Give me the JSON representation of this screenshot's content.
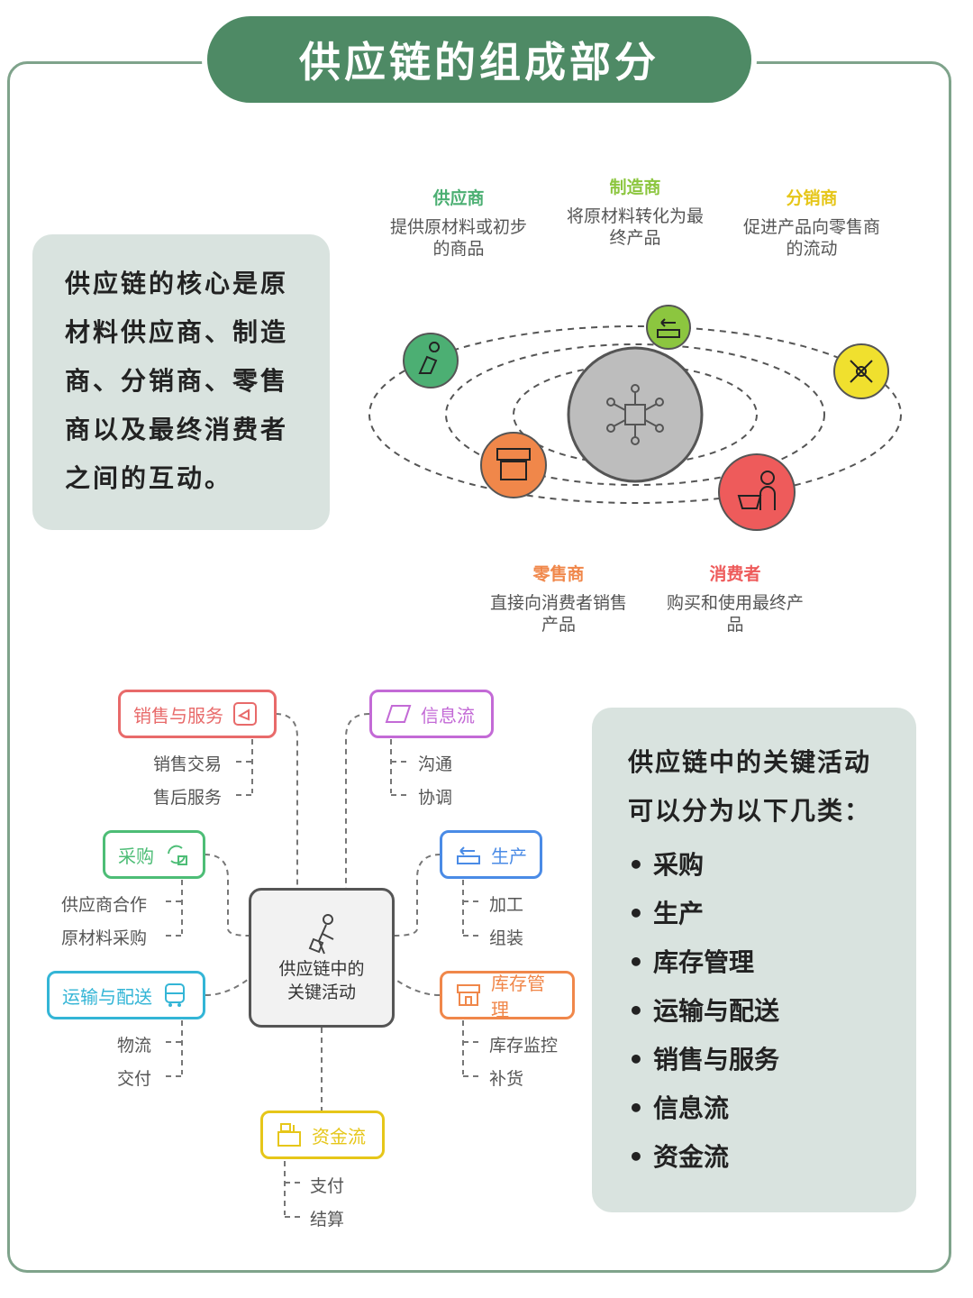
{
  "title": "供应链的组成部分",
  "core_text": "供应链的核心是原材料供应商、制造商、分销商、零售商以及最终消费者之间的互动。",
  "roles": {
    "supplier": {
      "name": "供应商",
      "desc": "提供原材料或初步的商品",
      "color": "#4caf73"
    },
    "manufacturer": {
      "name": "制造商",
      "desc": "将原材料转化为最终产品",
      "color": "#8cc63f"
    },
    "distributor": {
      "name": "分销商",
      "desc": "促进产品向零售商的流动",
      "color": "#e6c619"
    },
    "retailer": {
      "name": "零售商",
      "desc": "直接向消费者销售产品",
      "color": "#f0874a"
    },
    "consumer": {
      "name": "消费者",
      "desc": "购买和使用最终产品",
      "color": "#ee5b5b"
    }
  },
  "mindmap": {
    "center": "供应链中的关键活动",
    "sales": {
      "label": "销售与服务",
      "items": [
        "销售交易",
        "售后服务"
      ],
      "color": "#e86a6a"
    },
    "info": {
      "label": "信息流",
      "items": [
        "沟通",
        "协调"
      ],
      "color": "#c36ad6"
    },
    "purchase": {
      "label": "采购",
      "items": [
        "供应商合作",
        "原材料采购"
      ],
      "color": "#4dbd76"
    },
    "production": {
      "label": "生产",
      "items": [
        "加工",
        "组装"
      ],
      "color": "#4a8be6"
    },
    "transport": {
      "label": "运输与配送",
      "items": [
        "物流",
        "交付"
      ],
      "color": "#33b5d6"
    },
    "inventory": {
      "label": "库存管理",
      "items": [
        "库存监控",
        "补货"
      ],
      "color": "#f0874a"
    },
    "funds": {
      "label": "资金流",
      "items": [
        "支付",
        "结算"
      ],
      "color": "#e6c619"
    }
  },
  "activities": {
    "intro": "供应链中的关键活动可以分为以下几类：",
    "list": [
      "采购",
      "生产",
      "库存管理",
      "运输与配送",
      "销售与服务",
      "信息流",
      "资金流"
    ]
  }
}
